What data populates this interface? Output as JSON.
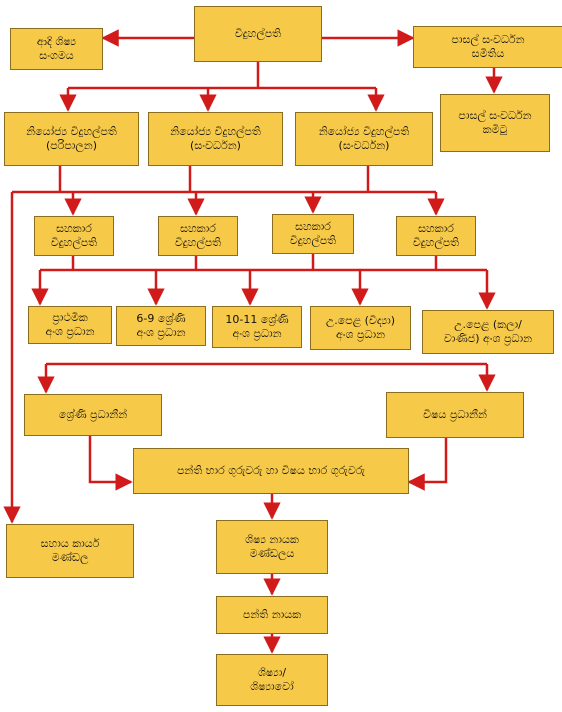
{
  "colors": {
    "box_fill": "#f7c948",
    "box_border": "#8a6d1f",
    "connector": "#d11a1a"
  },
  "nodes": {
    "principal": "විදුහල්පති",
    "past_pupils": "ආදි ශිෂ්‍ය\nසංගමය",
    "school_dev_society": "පාසල් සංවර්ධන\nසමිතිය",
    "school_dev_committee": "පාසල් සංවර්ධන\nකමිටු",
    "deputy_admin": "නියෝජ්‍ය විදුහල්පති\n(පරිපාලන)",
    "deputy_dev_1": "නියෝජ්‍ය විදුහල්පති\n(සංවර්ධන)",
    "deputy_dev_2": "නියෝජ්‍ය විදුහල්පති\n(සංවර්ධන)",
    "assistant_1": "සහකාර\nවිදුහල්පති",
    "assistant_2": "සහකාර\nවිදුහල්පති",
    "assistant_3": "සහකාර\nවිදුහල්පති",
    "assistant_4": "සහකාර\nවිදුහල්පති",
    "primary_head": "ප්‍රාථමික\nඅංශ ප්‍රධාන",
    "grade_6_9_head": "6-9 ශ්‍රේණි\nඅංශ ප්‍රධාන",
    "grade_10_11_head": "10-11 ශ්‍රේණි\nඅංශ ප්‍රධාන",
    "al_science_head": "උ.පෙළ (විද්‍යා)\nඅංශ ප්‍රධාන",
    "al_arts_commerce_head": "උ.පෙළ (කලා/\nවාණිජ) අංශ ප්‍රධාන",
    "grade_heads": "ශ්‍රේණි ප්‍රධානීන්",
    "subject_heads": "විෂය ප්‍රධානීන්",
    "class_subject_teachers": "පන්ති භාර ගුරුවරු හා විෂය භාර ගුරුවරු",
    "support_staff": "සහාය කාර්ය\nමණ්ඩල",
    "prefects_board": "ශිෂ්‍ය නායක\nමණ්ඩලය",
    "class_leaders": "පන්ති නායක",
    "students": "ශිෂ්‍යා/\nශිෂ්‍යාවෝ"
  }
}
